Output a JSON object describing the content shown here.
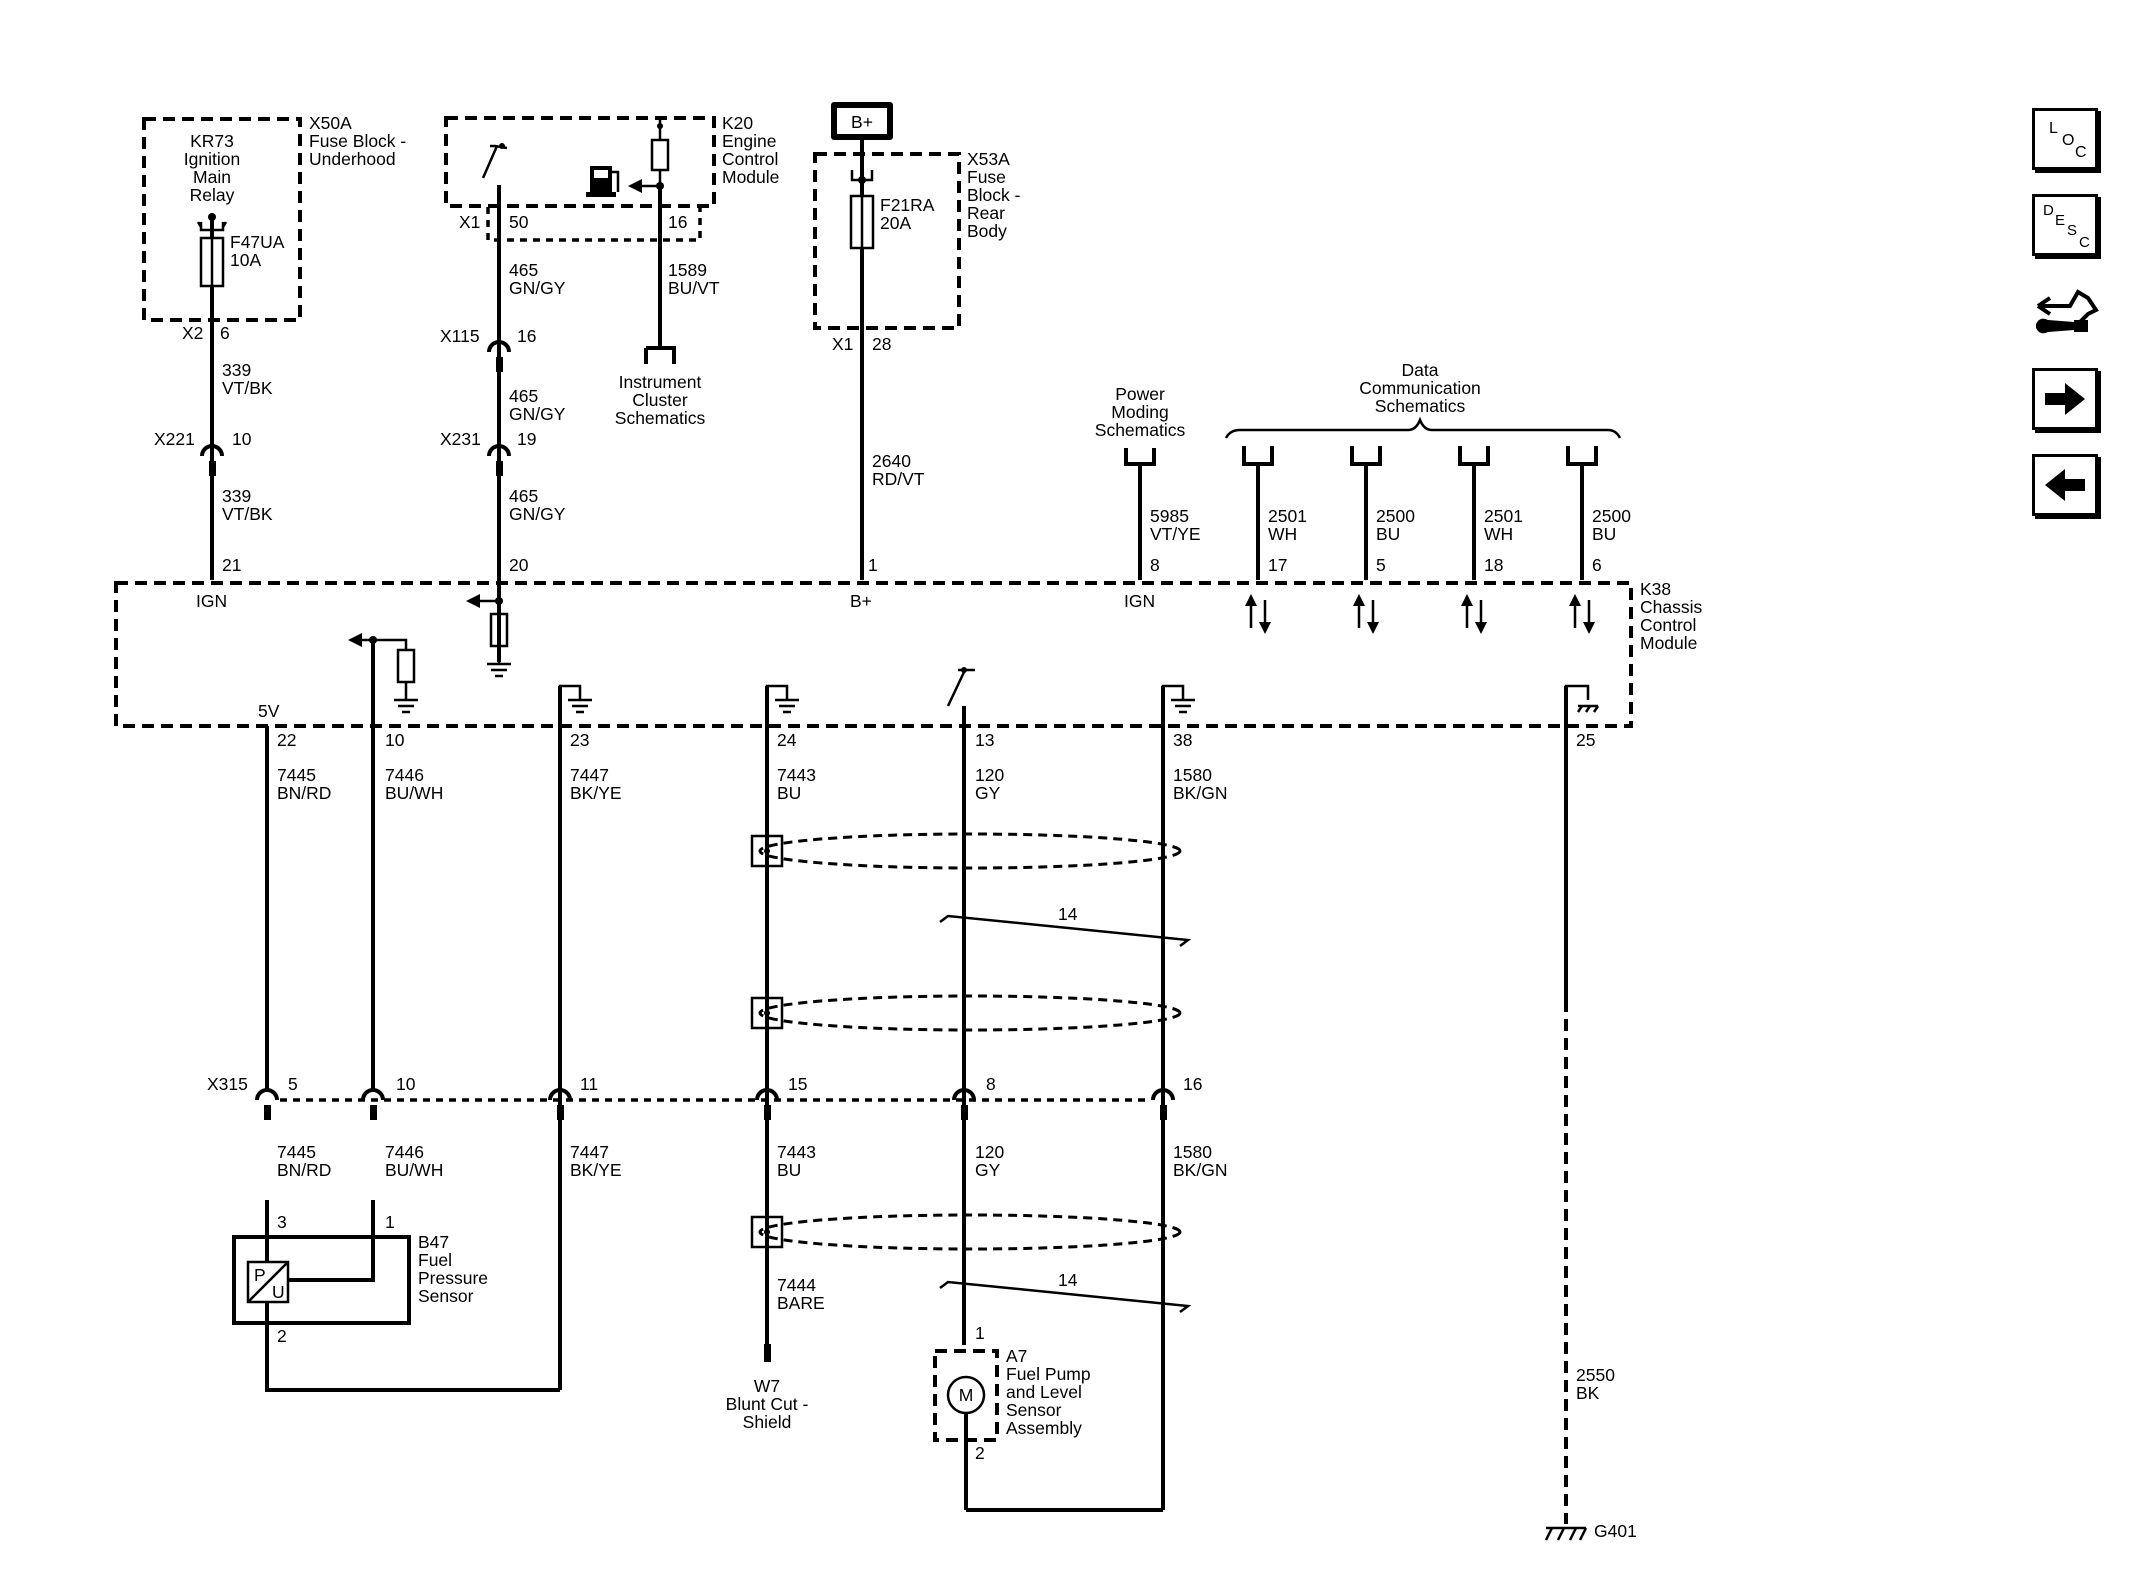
{
  "components": {
    "x50a": {
      "ref": "X50A",
      "lines": [
        "Fuse Block -",
        "Underhood"
      ]
    },
    "kr73": {
      "lines": [
        "KR73",
        "Ignition",
        "Main",
        "Relay"
      ]
    },
    "f47ua": {
      "lines": [
        "F47UA",
        "10A"
      ]
    },
    "k20": {
      "ref": "K20",
      "lines": [
        "Engine",
        "Control",
        "Module"
      ]
    },
    "x53a": {
      "ref": "X53A",
      "lines": [
        "Fuse",
        "Block -",
        "Rear",
        "Body"
      ]
    },
    "f21ra": {
      "lines": [
        "F21RA",
        "20A"
      ]
    },
    "battery": {
      "label": "B+"
    },
    "instrument_cluster": {
      "lines": [
        "Instrument",
        "Cluster",
        "Schematics"
      ]
    },
    "power_moding": {
      "lines": [
        "Power",
        "Moding",
        "Schematics"
      ]
    },
    "data_comm": {
      "lines": [
        "Data",
        "Communication",
        "Schematics"
      ]
    },
    "k38": {
      "ref": "K38",
      "lines": [
        "Chassis",
        "Control",
        "Module"
      ]
    },
    "b47": {
      "ref": "B47",
      "lines": [
        "Fuel",
        "Pressure",
        "Sensor"
      ]
    },
    "w7": {
      "lines": [
        "W7",
        "Blunt Cut -",
        "Shield"
      ]
    },
    "a7": {
      "ref": "A7",
      "lines": [
        "Fuel Pump",
        "and Level",
        "Sensor",
        "Assembly"
      ]
    },
    "g401": {
      "label": "G401"
    }
  },
  "connectors": {
    "x2": "X2",
    "x1_k20": "X1",
    "x1_x53a": "X1",
    "x115": "X115",
    "x221": "X221",
    "x231": "X231",
    "x315": "X315"
  },
  "pins": {
    "x2_6": "6",
    "k20_50": "50",
    "k20_16": "16",
    "x53a_28": "28",
    "x115_16": "16",
    "x221_10": "10",
    "x231_19": "19",
    "k38_21": "21",
    "k38_20": "20",
    "k38_1": "1",
    "k38_8": "8",
    "k38_17": "17",
    "k38_5": "5",
    "k38_18": "18",
    "k38_6": "6",
    "k38_22": "22",
    "k38_10": "10",
    "k38_23": "23",
    "k38_24": "24",
    "k38_13": "13",
    "k38_38": "38",
    "k38_25": "25",
    "x315_5": "5",
    "x315_10": "10",
    "x315_11": "11",
    "x315_15": "15",
    "x315_8": "8",
    "x315_16": "16",
    "b47_3": "3",
    "b47_1": "1",
    "b47_2": "2",
    "a7_1": "1",
    "a7_2": "2"
  },
  "pin_functions": {
    "ign1": "IGN",
    "bplus": "B+",
    "ign2": "IGN",
    "v5": "5V"
  },
  "wires": {
    "w339a": [
      "339",
      "VT/BK"
    ],
    "w339b": [
      "339",
      "VT/BK"
    ],
    "w465a": [
      "465",
      "GN/GY"
    ],
    "w465b": [
      "465",
      "GN/GY"
    ],
    "w465c": [
      "465",
      "GN/GY"
    ],
    "w1589": [
      "1589",
      "BU/VT"
    ],
    "w2640": [
      "2640",
      "RD/VT"
    ],
    "w5985": [
      "5985",
      "VT/YE"
    ],
    "w2501a": [
      "2501",
      "WH"
    ],
    "w2500a": [
      "2500",
      "BU"
    ],
    "w2501b": [
      "2501",
      "WH"
    ],
    "w2500b": [
      "2500",
      "BU"
    ],
    "w7445a": [
      "7445",
      "BN/RD"
    ],
    "w7446a": [
      "7446",
      "BU/WH"
    ],
    "w7447a": [
      "7447",
      "BK/YE"
    ],
    "w7443a": [
      "7443",
      "BU"
    ],
    "w120a": [
      "120",
      "GY"
    ],
    "w1580a": [
      "1580",
      "BK/GN"
    ],
    "w7445b": [
      "7445",
      "BN/RD"
    ],
    "w7446b": [
      "7446",
      "BU/WH"
    ],
    "w7447b": [
      "7447",
      "BK/YE"
    ],
    "w7443b": [
      "7443",
      "BU"
    ],
    "w120b": [
      "120",
      "GY"
    ],
    "w1580b": [
      "1580",
      "BK/GN"
    ],
    "w7444": [
      "7444",
      "BARE"
    ],
    "w2550": [
      "2550",
      "BK"
    ]
  },
  "twist_labels": {
    "t1": "14",
    "t2": "14"
  },
  "sensor_glyphs": {
    "p": "P",
    "u": "U",
    "m": "M"
  },
  "nav": {
    "loc": {
      "letters": [
        "L",
        "O",
        "C"
      ],
      "icon": "location-icon"
    },
    "desc": {
      "letters": [
        "D",
        "E",
        "S",
        "C"
      ],
      "icon": "description-icon"
    },
    "tools": {
      "icon": "connector-repair-icon"
    },
    "next": {
      "icon": "arrow-right-icon"
    },
    "prev": {
      "icon": "arrow-left-icon"
    }
  }
}
